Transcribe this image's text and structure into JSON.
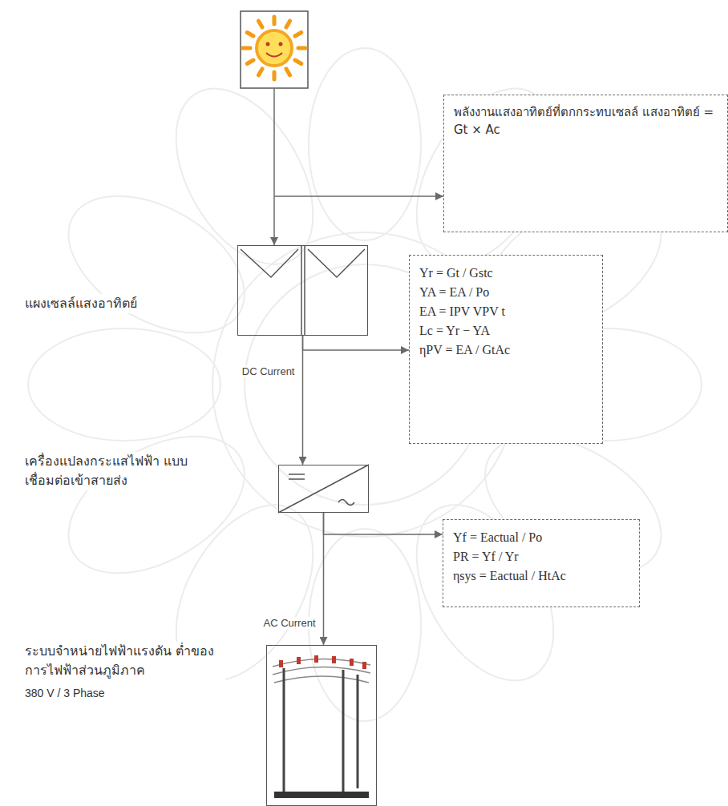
{
  "diagram": {
    "nodes": [
      {
        "text": [
          "พลังงานแสงอาทิตย์ที่ตกกระทบเซลล์ แสงอาทิตย์ = Gt × Ac"
        ]
      },
      {
        "text": [
          "แผงเซลล์แสงอาทิตย์"
        ]
      },
      {
        "text": [
          "Yr = Gt / Gstc",
          "YA = EA / Po",
          "EA = IPV VPV t",
          "Lc = Yr − YA",
          "ηPV = EA / GtAc"
        ]
      },
      {
        "text": [
          "เครื่องแปลงกระแสไฟฟ้า แบบเชื่อมต่อเข้าสายส่ง"
        ]
      },
      {
        "text": [
          "Yf = Eactual / Po",
          "PR = Yf / Yr",
          "ηsys = Eactual / HtAc"
        ]
      },
      {
        "text": [
          "ระบบจำหน่ายไฟฟ้าแรงดัน ต่ำของการไฟฟ้าส่วนภูมิภาค",
          "380 V / 3 Phase"
        ]
      }
    ],
    "edges": [
      {
        "from": 1,
        "to": 3,
        "label": "DC Current",
        "arrow": "to"
      },
      {
        "from": 1,
        "to": 2,
        "arrow": "to"
      },
      {
        "from": 3,
        "to": 5,
        "label": "AC Current",
        "arrow": "to"
      },
      {
        "from": 3,
        "to": 4,
        "arrow": "to"
      }
    ]
  }
}
